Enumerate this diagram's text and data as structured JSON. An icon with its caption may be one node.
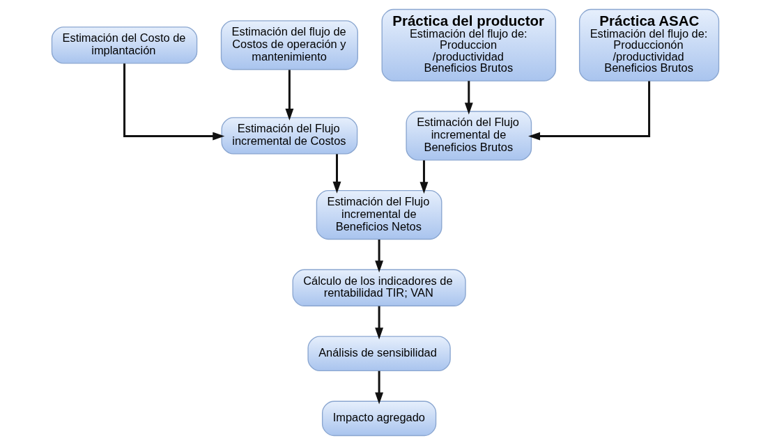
{
  "diagram": {
    "nodes": [
      {
        "text": [
          "Estimación del Costo de implantación"
        ]
      },
      {
        "text": [
          "Estimación del flujo de Costos de operación y mantenimiento"
        ]
      },
      {
        "text": [
          "Estimación del Flujo incremental de Costos"
        ]
      },
      {
        "text": [
          "Estimación del Flujo incremental de Beneficios Brutos"
        ]
      },
      {
        "text": [
          "Práctica del productor",
          "Estimación del flujo de: Produccion /productividad Beneficios Brutos"
        ]
      },
      {
        "text": [
          "Práctica ASAC",
          "Estimación del flujo de: Produccionón /productividad Beneficios Brutos"
        ]
      },
      {
        "text": [
          "Estimación del Flujo incremental de Beneficios Netos"
        ]
      },
      {
        "text": [
          "Cálculo de los indicadores de rentabilidad TIR; VAN"
        ]
      },
      {
        "text": [
          "Análisis de sensibilidad"
        ]
      },
      {
        "text": [
          "Impacto agregado"
        ]
      }
    ],
    "edges": [
      {
        "from": 0,
        "to": 2,
        "arrow": "to"
      },
      {
        "from": 1,
        "to": 2,
        "arrow": "to"
      },
      {
        "from": 4,
        "to": 3,
        "arrow": "to"
      },
      {
        "from": 5,
        "to": 3,
        "arrow": "to"
      },
      {
        "from": 2,
        "to": 6,
        "arrow": "to"
      },
      {
        "from": 3,
        "to": 6,
        "arrow": "to"
      },
      {
        "from": 6,
        "to": 7,
        "arrow": "to"
      },
      {
        "from": 7,
        "to": 8,
        "arrow": "to"
      },
      {
        "from": 8,
        "to": 9,
        "arrow": "to"
      }
    ]
  }
}
